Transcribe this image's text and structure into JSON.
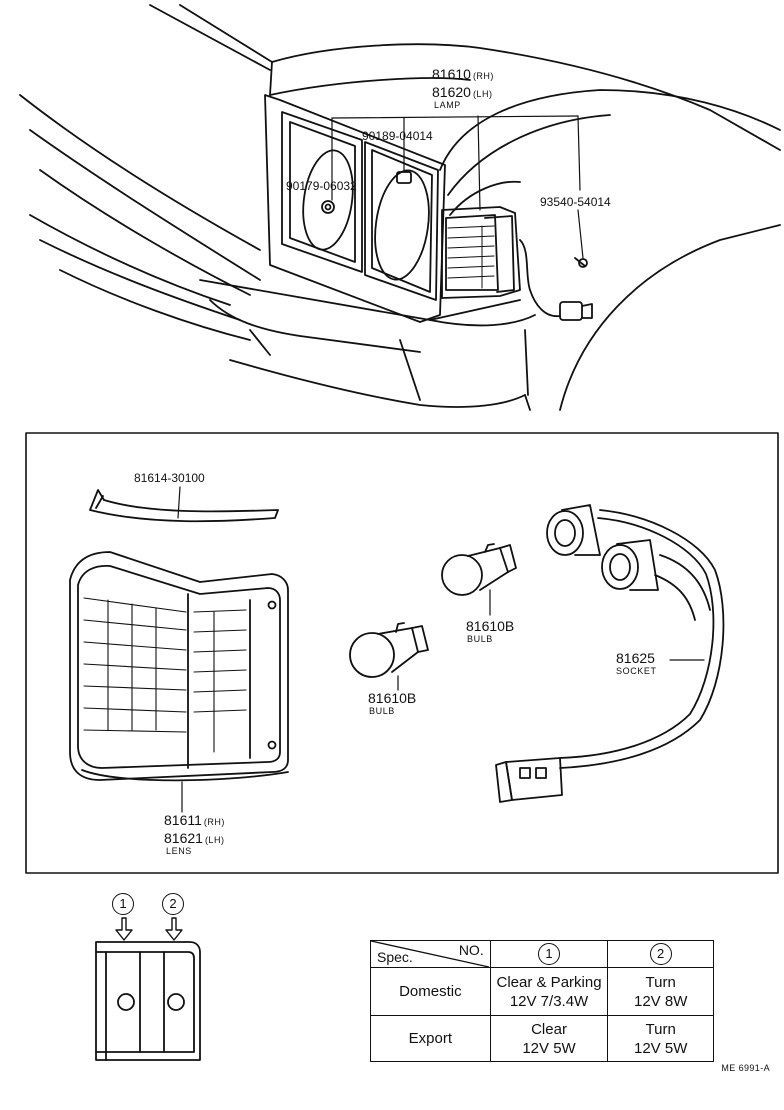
{
  "top": {
    "lamp_rh_no": "81610",
    "lamp_rh_sfx": "(RH)",
    "lamp_lh_no": "81620",
    "lamp_lh_sfx": "(LH)",
    "lamp_name": "LAMP",
    "clip_no": "90189-04014",
    "nut_no": "90179-06032",
    "screw_no": "93540-54014"
  },
  "exploded": {
    "garnish_no": "81614-30100",
    "bulb_a_no": "81610B",
    "bulb_a_name": "BULB",
    "bulb_b_no": "81610B",
    "bulb_b_name": "BULB",
    "socket_no": "81625",
    "socket_name": "SOCKET",
    "lens_rh_no": "81611",
    "lens_rh_sfx": "(RH)",
    "lens_lh_no": "81621",
    "lens_lh_sfx": "(LH)",
    "lens_name": "LENS"
  },
  "legend": {
    "mark1": "1",
    "mark2": "2"
  },
  "spec_table": {
    "corner_left": "Spec.",
    "corner_right": "NO.",
    "col1": "1",
    "col2": "2",
    "rows": [
      {
        "name": "Domestic",
        "c1_line1": "Clear & Parking",
        "c1_line2": "12V 7/3.4W",
        "c2_line1": "Turn",
        "c2_line2": "12V 8W"
      },
      {
        "name": "Export",
        "c1_line1": "Clear",
        "c1_line2": "12V 5W",
        "c2_line1": "Turn",
        "c2_line2": "12V 5W"
      }
    ]
  },
  "figure_code": "ME 6991-A"
}
